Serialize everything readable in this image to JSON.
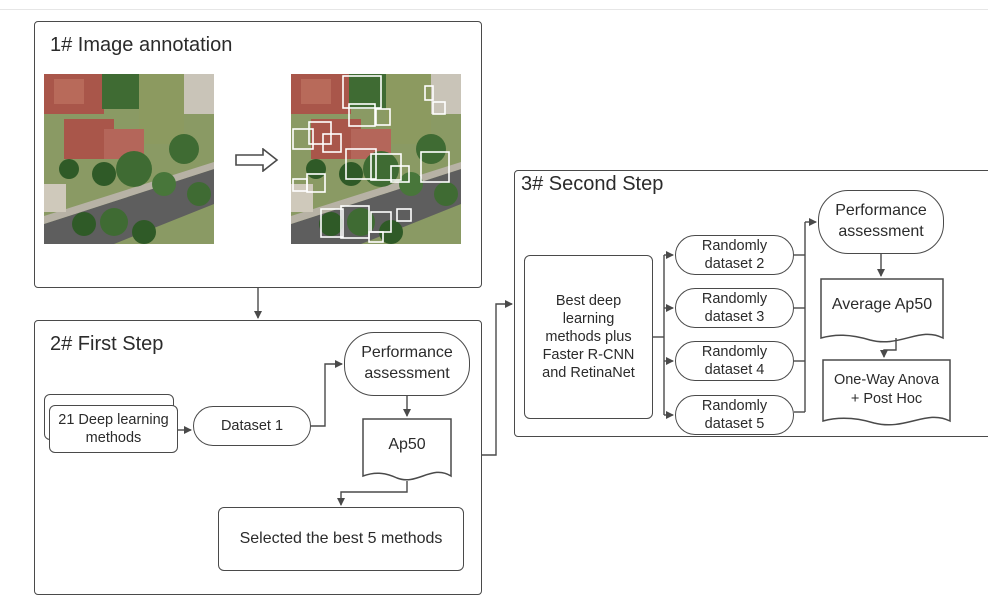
{
  "panels": {
    "annotation": {
      "title": "1# Image annotation"
    },
    "first_step": {
      "title": "2# First Step"
    },
    "second_step": {
      "title": "3# Second Step"
    }
  },
  "first_step": {
    "methods": "21 Deep learning\nmethods",
    "dataset": "Dataset 1",
    "performance": "Performance\nassessment",
    "ap50": "Ap50",
    "selected": "Selected the best 5 methods"
  },
  "second_step": {
    "best": "Best deep\nlearning\nmethods plus\nFaster R-CNN\nand RetinaNet",
    "datasets": [
      "Randomly\ndataset 2",
      "Randomly\ndataset 3",
      "Randomly\ndataset 4",
      "Randomly\ndataset 5"
    ],
    "performance": "Performance\nassessment",
    "average": "Average Ap50",
    "anova": "One-Way Anova\n+ Post Hoc"
  },
  "colors": {
    "line": "#4a4a4a",
    "roof": "#a9564a",
    "tree": "#3f6b33",
    "road": "#5e5e5e",
    "lawn": "#8a9a64"
  }
}
